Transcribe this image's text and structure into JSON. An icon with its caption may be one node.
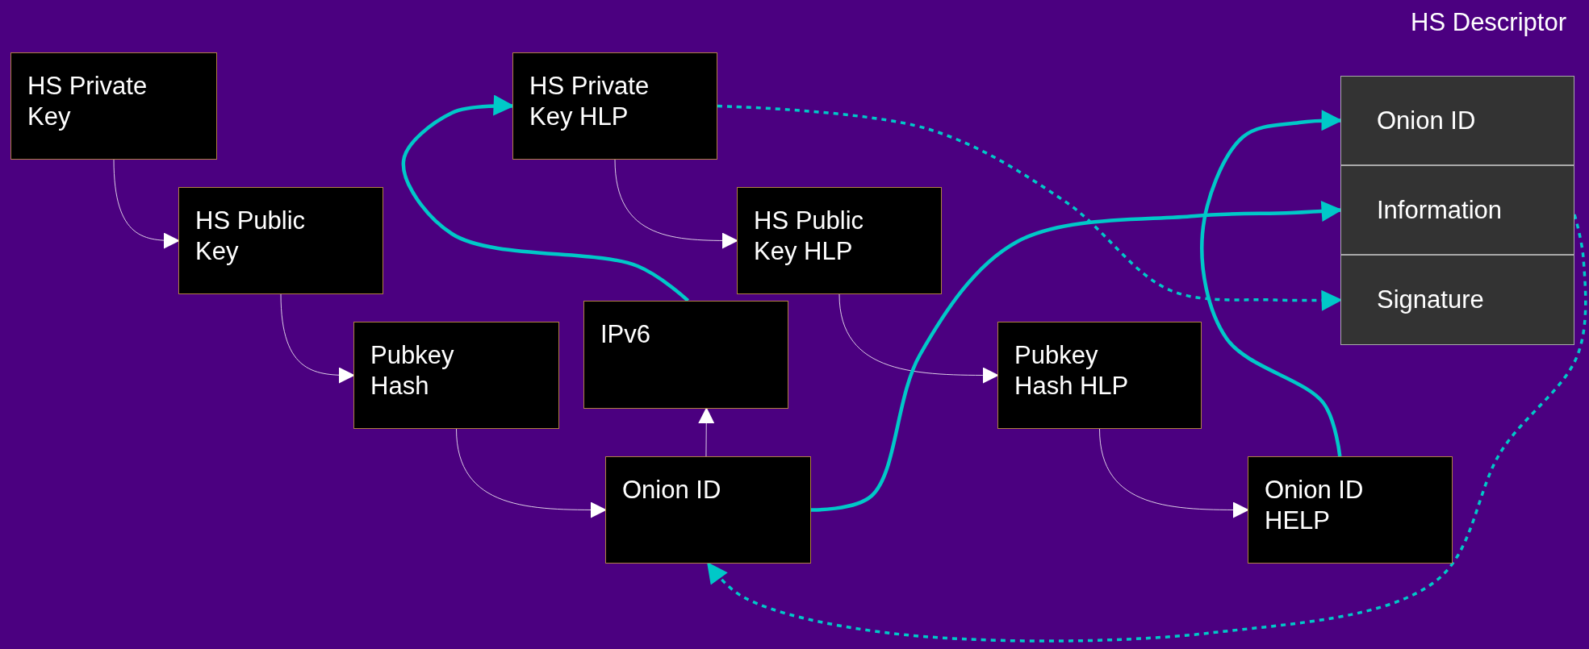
{
  "diagram": {
    "nodes": [
      {
        "text": [
          "HS Private Key"
        ]
      },
      {
        "text": [
          "HS Public Key"
        ]
      },
      {
        "text": [
          "Pubkey Hash"
        ]
      },
      {
        "text": [
          "HS Private Key HLP"
        ]
      },
      {
        "text": [
          "HS Public Key HLP"
        ]
      },
      {
        "text": [
          "IPv6"
        ]
      },
      {
        "text": [
          "Onion ID"
        ]
      },
      {
        "text": [
          "Pubkey Hash HLP"
        ]
      },
      {
        "text": [
          "Onion ID HELP"
        ]
      },
      {
        "text": [
          "HS Descriptor"
        ]
      },
      {
        "text": [
          "Onion ID"
        ],
        "in": 9
      },
      {
        "text": [
          "Information"
        ],
        "in": 9
      },
      {
        "text": [
          "Signature"
        ],
        "in": 9
      }
    ],
    "edges": [
      {
        "from": 0,
        "to": 1,
        "arrow": "to"
      },
      {
        "from": 1,
        "to": 2,
        "arrow": "to"
      },
      {
        "from": 2,
        "to": 6,
        "arrow": "to"
      },
      {
        "from": 6,
        "to": 5,
        "arrow": "to"
      },
      {
        "from": 3,
        "to": 4,
        "arrow": "to"
      },
      {
        "from": 4,
        "to": 7,
        "arrow": "to"
      },
      {
        "from": 7,
        "to": 8,
        "arrow": "to"
      },
      {
        "from": 5,
        "to": 3,
        "arrow": "to",
        "style": "thick",
        "color": "#00c8c8"
      },
      {
        "from": 3,
        "to": 12,
        "arrow": "to",
        "style": "dashed",
        "color": "#00c8c8"
      },
      {
        "from": 6,
        "to": 11,
        "arrow": "to",
        "style": "thick",
        "color": "#00c8c8"
      },
      {
        "from": 8,
        "to": 10,
        "arrow": "to",
        "style": "thick",
        "color": "#00c8c8"
      },
      {
        "from": 11,
        "to": 6,
        "arrow": "to",
        "style": "dashed",
        "color": "#00c8c8"
      }
    ]
  }
}
